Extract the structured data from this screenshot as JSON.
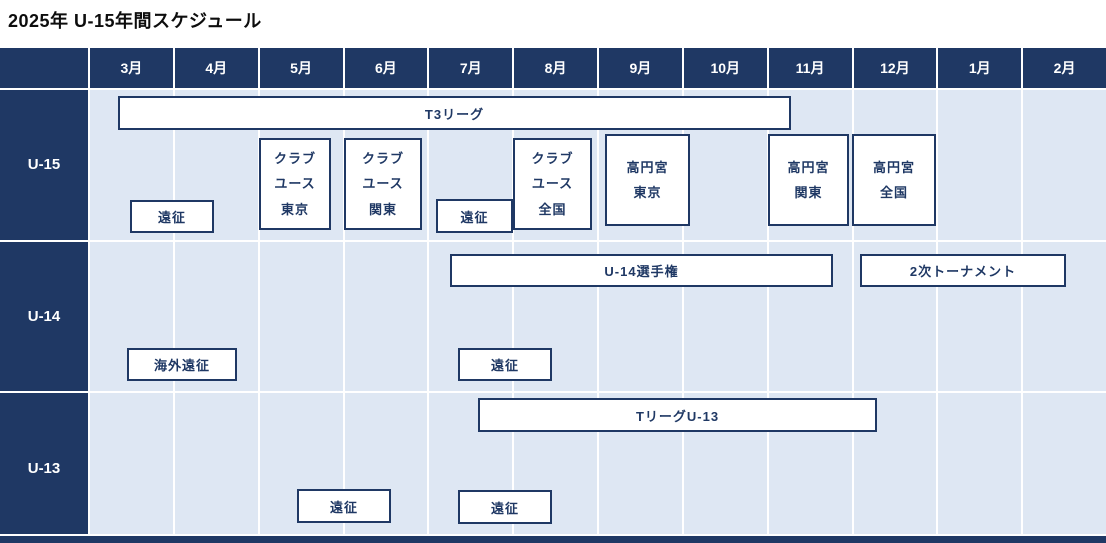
{
  "title": "2025年 U-15年間スケジュール",
  "colors": {
    "navy": "#1F3864",
    "cell_blue": "#DEE7F3",
    "gridline": "#FFFFFF",
    "event_border": "#1F3864",
    "event_text": "#1F3864",
    "event_bg": "#FFFFFF"
  },
  "chart_data": {
    "type": "table",
    "title": "2025年 U-15年間スケジュール",
    "columns": [
      "3月",
      "4月",
      "5月",
      "6月",
      "7月",
      "8月",
      "9月",
      "10月",
      "11月",
      "12月",
      "1月",
      "2月"
    ],
    "rows": [
      {
        "group": "U-15",
        "events": [
          {
            "label": "T3リーグ",
            "start": "3月",
            "end": "11月"
          },
          {
            "label": "遠征",
            "start": "3月",
            "end": "4月"
          },
          {
            "label": "クラブ\nユース\n東京",
            "start": "5月",
            "end": "5月"
          },
          {
            "label": "クラブ\nユース\n関東",
            "start": "6月",
            "end": "6月"
          },
          {
            "label": "遠征",
            "start": "7月",
            "end": "7月"
          },
          {
            "label": "クラブ\nユース\n全国",
            "start": "8月",
            "end": "8月"
          },
          {
            "label": "高円宮\n東京",
            "start": "9月",
            "end": "9月"
          },
          {
            "label": "高円宮\n関東",
            "start": "11月",
            "end": "11月"
          },
          {
            "label": "高円宮\n全国",
            "start": "12月",
            "end": "12月"
          }
        ]
      },
      {
        "group": "U-14",
        "events": [
          {
            "label": "U-14選手権",
            "start": "7月",
            "end": "11月"
          },
          {
            "label": "2次トーナメント",
            "start": "12月",
            "end": "2月"
          },
          {
            "label": "海外遠征",
            "start": "3月",
            "end": "4月"
          },
          {
            "label": "遠征",
            "start": "7月",
            "end": "8月"
          }
        ]
      },
      {
        "group": "U-13",
        "events": [
          {
            "label": "TリーグU-13",
            "start": "7月",
            "end": "12月"
          },
          {
            "label": "遠征",
            "start": "5月",
            "end": "6月"
          },
          {
            "label": "遠征",
            "start": "7月",
            "end": "8月"
          }
        ]
      }
    ]
  }
}
